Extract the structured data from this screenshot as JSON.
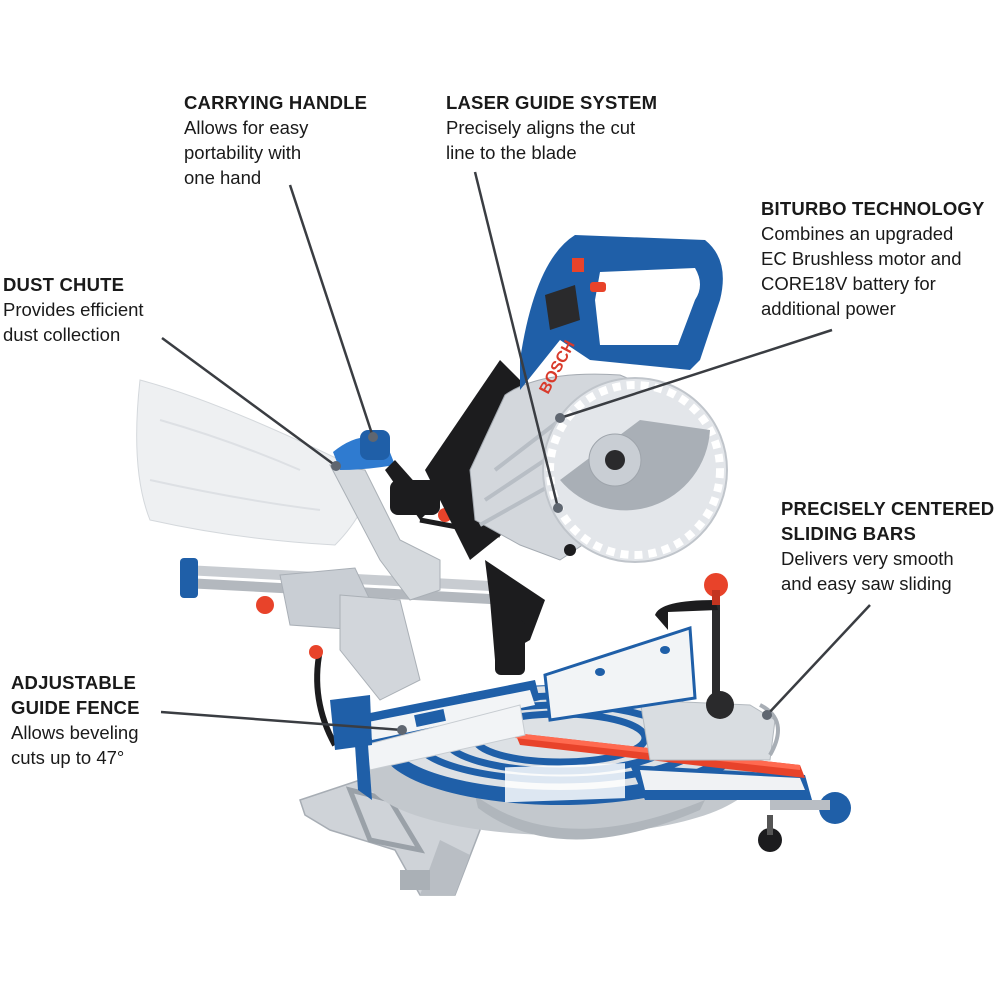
{
  "image": {
    "subject": "Sliding compound miter saw",
    "brand_label": "BOSCH",
    "colors": {
      "background": "#ffffff",
      "text": "#1a1a1a",
      "leader_line": "#3a3d42",
      "leader_dot": "#5f6670",
      "body_blue": "#1f5fa8",
      "body_blue_dark": "#164a86",
      "silver": "#c9ced4",
      "silver_light": "#e3e6ea",
      "accent_red": "#e8432a",
      "black": "#1c1c1e",
      "dust_bag": "#eef0f2"
    }
  },
  "callouts": [
    {
      "id": "carrying-handle",
      "title": "CARRYING HANDLE",
      "description": "Allows for easy\nportability with\none hand"
    },
    {
      "id": "laser-guide-system",
      "title": "LASER GUIDE SYSTEM",
      "description": "Precisely aligns the cut\nline to the blade"
    },
    {
      "id": "biturbo-technology",
      "title": "BITURBO TECHNOLOGY",
      "description": "Combines an upgraded\nEC Brushless motor and\nCORE18V battery for\nadditional power"
    },
    {
      "id": "dust-chute",
      "title": "DUST CHUTE",
      "description": "Provides efficient\ndust collection"
    },
    {
      "id": "sliding-bars",
      "title": "PRECISELY CENTERED\nSLIDING BARS",
      "description": "Delivers very smooth\nand easy saw sliding"
    },
    {
      "id": "guide-fence",
      "title": "ADJUSTABLE\nGUIDE FENCE",
      "description": "Allows beveling\ncuts up to 47°"
    }
  ]
}
